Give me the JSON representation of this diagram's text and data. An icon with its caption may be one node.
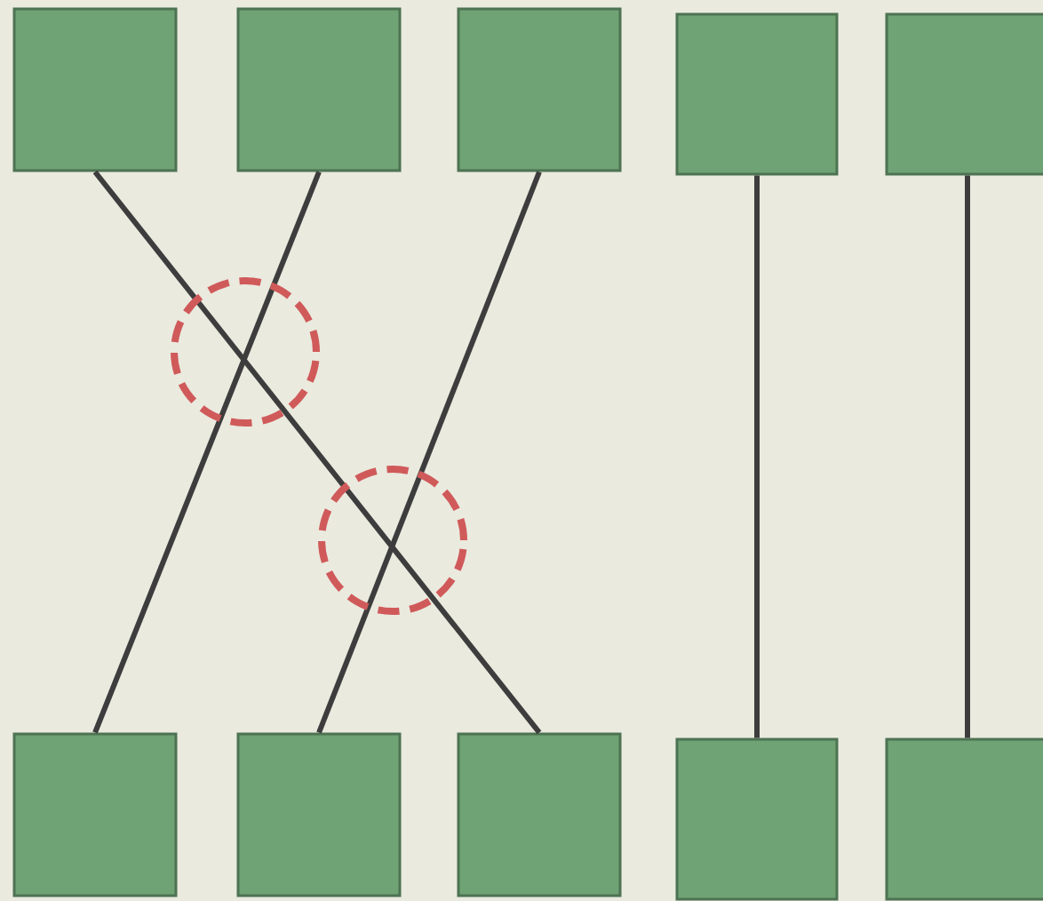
{
  "diagram": {
    "nodes": [
      {
        "text": [],
        "shape": "box"
      },
      {
        "text": [],
        "shape": "box"
      },
      {
        "text": [],
        "shape": "box"
      },
      {
        "text": [],
        "shape": "box"
      },
      {
        "text": [],
        "shape": "box"
      },
      {
        "text": [],
        "shape": "box"
      },
      {
        "text": [],
        "shape": "box"
      },
      {
        "text": [],
        "shape": "box"
      },
      {
        "text": [],
        "shape": "box"
      },
      {
        "text": [],
        "shape": "box"
      }
    ],
    "edges": [
      {
        "from": 0,
        "to": 7,
        "arrow": "none"
      },
      {
        "from": 1,
        "to": 5,
        "arrow": "none"
      },
      {
        "from": 2,
        "to": 6,
        "arrow": "none"
      },
      {
        "from": 3,
        "to": 8,
        "arrow": "none"
      },
      {
        "from": 4,
        "to": 9,
        "arrow": "none"
      }
    ]
  }
}
